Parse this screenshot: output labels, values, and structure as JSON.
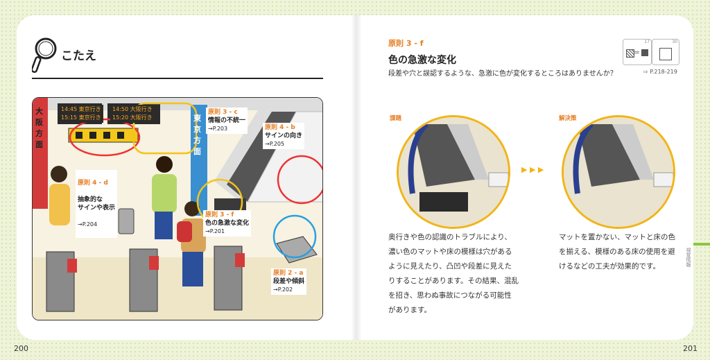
{
  "left": {
    "title": "こたえ",
    "page_number": "200",
    "illustration": {
      "board1": [
        "14:45",
        "東京行き",
        "15:15",
        "東京行き"
      ],
      "board2": [
        "14:50",
        "大阪行き",
        "15:20",
        "大阪行き"
      ],
      "left_wall": "大阪方面",
      "right_wall": "東京方面",
      "callouts": [
        {
          "principle": "原則 3 - c",
          "text": "情報の不統一",
          "ref": "→P.203"
        },
        {
          "principle": "原則 4 - b",
          "text": "サインの向き",
          "ref": "→P.205"
        },
        {
          "principle": "原則 4 - d",
          "text": "抽象的な\nサインや表示",
          "ref": "→P.204"
        },
        {
          "principle": "原則 3 - f",
          "text": "色の急激な変化",
          "ref": "→P.201"
        },
        {
          "principle": "原則 2 - a",
          "text": "段差や傾斜",
          "ref": "→P.202"
        }
      ]
    }
  },
  "right": {
    "principle": "原則 3 - f",
    "heading": "色の急激な変化",
    "subheading": "段差や穴と誤認するような、急激に色が変化するところはありませんか？",
    "ref": "⇨ P.218-219",
    "icon_eq": "＝",
    "icon_num1": "17",
    "icon_num2": "30",
    "problem_label": "課題",
    "solution_label": "解決策",
    "arrows": "▶ ▶ ▶",
    "problem_text": [
      "奥行きや色の認識のトラブルにより、",
      "濃い色のマットや床の模様は穴がある",
      "ように見えたり、凸凹や段差に見えた",
      "りすることがあります。その結果、混乱",
      "を招き、思わぬ事故につながる可能性",
      "があります。"
    ],
    "solution_text": [
      "マットを置かない、マットと床の色",
      "を揃える、模様のある床の使用を避",
      "けるなどの工夫が効果的です。"
    ],
    "side_label": "視覚情報",
    "page_number": "201"
  }
}
